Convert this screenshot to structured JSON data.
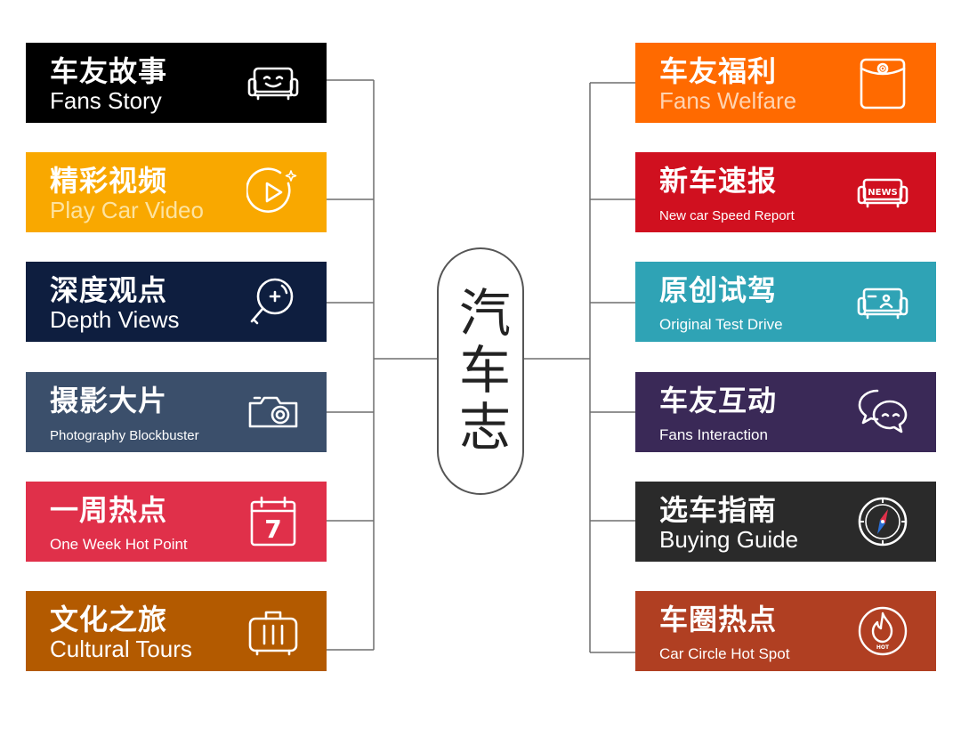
{
  "center": {
    "title": "汽车志"
  },
  "left": [
    {
      "zh": "车友故事",
      "en": "Fans Story",
      "color": "#000000",
      "icon": "sofa-smile-icon",
      "en_size": "large",
      "en_color": "#ffffff"
    },
    {
      "zh": "精彩视频",
      "en": "Play Car Video",
      "color": "#F9A800",
      "icon": "play-circle-icon",
      "en_size": "large",
      "en_color": "#fde3a0"
    },
    {
      "zh": "深度观点",
      "en": "Depth Views",
      "color": "#0E1E3F",
      "icon": "magnifier-icon",
      "en_size": "large",
      "en_color": "#ffffff"
    },
    {
      "zh": "摄影大片",
      "en": "Photography Blockbuster",
      "color": "#3B4F6B",
      "icon": "camera-icon",
      "en_size": "small",
      "en_color": "#ffffff"
    },
    {
      "zh": "一周热点",
      "en": "One Week Hot Point",
      "color": "#E0304A",
      "icon": "calendar-7-icon",
      "en_size": "mid",
      "en_color": "#ffffff"
    },
    {
      "zh": "文化之旅",
      "en": "Cultural Tours",
      "color": "#B35A00",
      "icon": "suitcase-icon",
      "en_size": "large",
      "en_color": "#ffffff"
    }
  ],
  "right": [
    {
      "zh": "车友福利",
      "en": "Fans Welfare",
      "color": "#FF6A00",
      "icon": "gift-card-icon",
      "en_size": "large",
      "en_color": "#ffd3b0"
    },
    {
      "zh": "新车速报",
      "en": "New car Speed Report",
      "color": "#D0101F",
      "icon": "news-sofa-icon",
      "en_size": "small",
      "en_color": "#ffffff"
    },
    {
      "zh": "原创试驾",
      "en": "Original Test Drive",
      "color": "#2FA3B5",
      "icon": "sofa-person-icon",
      "en_size": "mid",
      "en_color": "#ffffff"
    },
    {
      "zh": "车友互动",
      "en": "Fans Interaction",
      "color": "#3A2957",
      "icon": "chat-bubbles-icon",
      "en_size": "mid",
      "en_color": "#ffffff"
    },
    {
      "zh": "选车指南",
      "en": "Buying Guide",
      "color": "#2A2A2A",
      "icon": "compass-icon",
      "en_size": "large",
      "en_color": "#ffffff"
    },
    {
      "zh": "车圈热点",
      "en": "Car Circle Hot Spot",
      "color": "#B03F22",
      "icon": "hot-flame-icon",
      "en_size": "mid",
      "en_color": "#ffffff"
    }
  ],
  "icons": {
    "calendar_number": "7",
    "news_word": "NEWS",
    "hot_word": "HOT"
  }
}
